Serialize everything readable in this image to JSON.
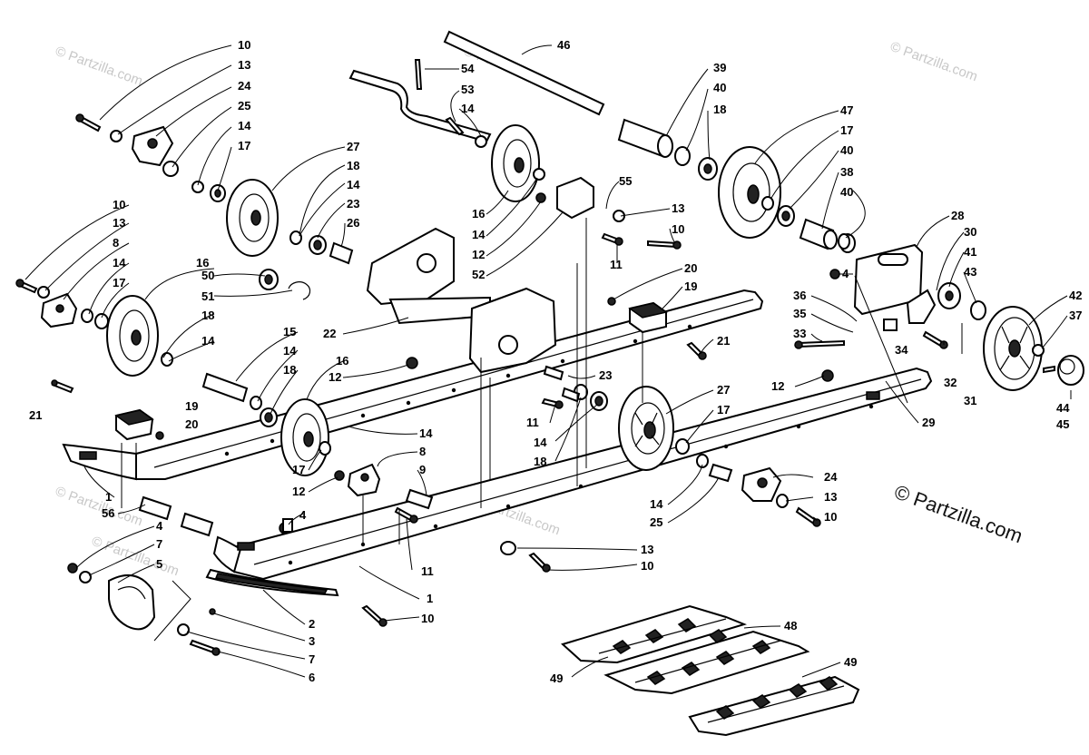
{
  "watermark": "© Partzilla.com",
  "copyright": "© Partzilla.com",
  "callouts": {
    "c10a": "10",
    "c13a": "13",
    "c24a": "24",
    "c25a": "25",
    "c14a": "14",
    "c17a": "17",
    "c27a": "27",
    "c18a": "18",
    "c14b": "14",
    "c23a": "23",
    "c26": "26",
    "c10b": "10",
    "c13b": "13",
    "c8a": "8",
    "c14c": "14",
    "c17b": "17",
    "c16a": "16",
    "c50": "50",
    "c51": "51",
    "c18b": "18",
    "c14d": "14",
    "c15": "15",
    "c14e": "14",
    "c18c": "18",
    "c16b": "16",
    "c12a": "12",
    "c22": "22",
    "c21a": "21",
    "c19a": "19",
    "c20a": "20",
    "c46": "46",
    "c54": "54",
    "c53": "53",
    "c14f": "14",
    "c16c": "16",
    "c14g": "14",
    "c12b": "12",
    "c52": "52",
    "c55": "55",
    "c13c": "13",
    "c10c": "10",
    "c11a": "11",
    "c39": "39",
    "c40a": "40",
    "c18d": "18",
    "c47": "47",
    "c17c": "17",
    "c40b": "40",
    "c38": "38",
    "c40c": "40",
    "c20b": "20",
    "c19b": "19",
    "c21b": "21",
    "c28": "28",
    "c30": "30",
    "c41": "41",
    "c43": "43",
    "c4a": "4",
    "c36": "36",
    "c35": "35",
    "c33": "33",
    "c34": "34",
    "c42": "42",
    "c37": "37",
    "c32": "32",
    "c31": "31",
    "c44": "44",
    "c45": "45",
    "c12c": "12",
    "c29": "29",
    "c23b": "23",
    "c11b": "11",
    "c14h": "14",
    "c18e": "18",
    "c27b": "27",
    "c17d": "17",
    "c14i": "14",
    "c8b": "8",
    "c9": "9",
    "c17e": "17",
    "c12d": "12",
    "c24b": "24",
    "c13d": "13",
    "c10d": "10",
    "c14j": "14",
    "c25b": "25",
    "c1a": "1",
    "c56": "56",
    "c4b": "4",
    "c7a": "7",
    "c5": "5",
    "c4c": "4",
    "c11c": "11",
    "c13e": "13",
    "c10e": "10",
    "c1b": "1",
    "c2": "2",
    "c10f": "10",
    "c3": "3",
    "c7b": "7",
    "c6": "6",
    "c48": "48",
    "c49a": "49",
    "c49b": "49"
  }
}
